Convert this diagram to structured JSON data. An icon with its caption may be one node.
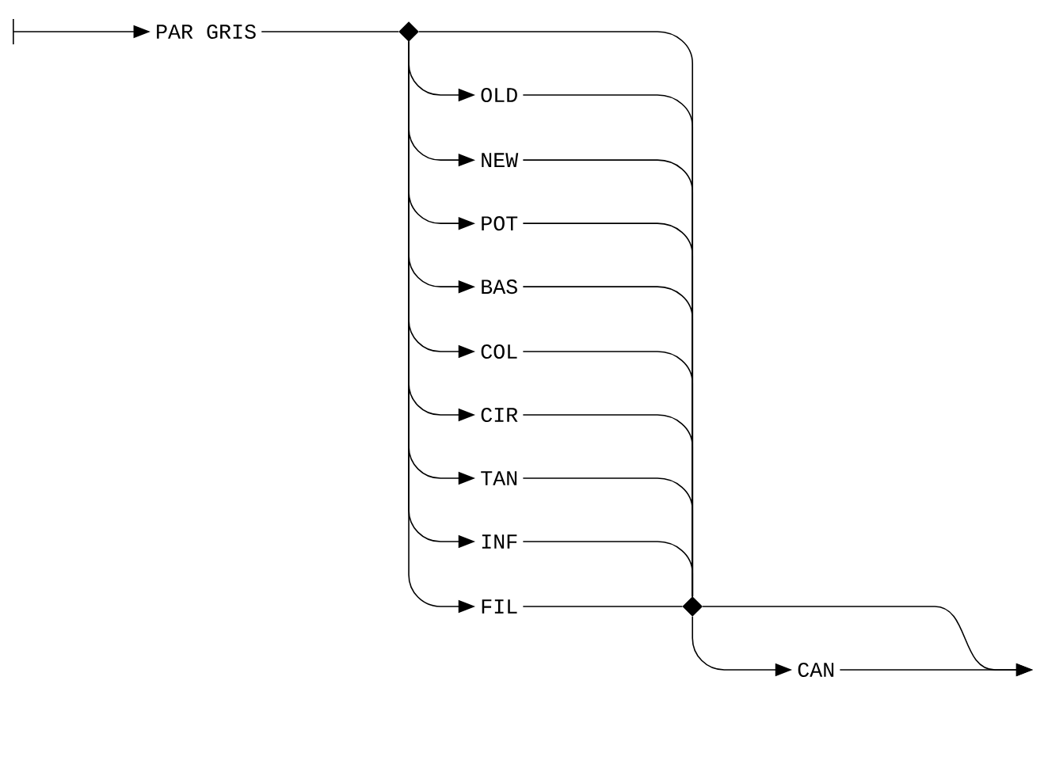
{
  "diagram": {
    "nodes": [
      {
        "text": [
          "PAR GRIS"
        ]
      },
      {
        "text": [],
        "shape": "diamond"
      },
      {
        "text": [
          "OLD"
        ]
      },
      {
        "text": [
          "NEW"
        ]
      },
      {
        "text": [
          "POT"
        ]
      },
      {
        "text": [
          "BAS"
        ]
      },
      {
        "text": [
          "COL"
        ]
      },
      {
        "text": [
          "CIR"
        ]
      },
      {
        "text": [
          "TAN"
        ]
      },
      {
        "text": [
          "INF"
        ]
      },
      {
        "text": [
          "FIL"
        ]
      },
      {
        "text": [],
        "shape": "diamond"
      },
      {
        "text": [
          "CAN"
        ]
      }
    ],
    "edges": [
      {
        "from": null,
        "to": 0,
        "arrow": "to"
      },
      {
        "from": 0,
        "to": 1,
        "arrow": "none"
      },
      {
        "from": 1,
        "to": 11,
        "arrow": "none"
      },
      {
        "from": 1,
        "to": 2,
        "arrow": "to"
      },
      {
        "from": 1,
        "to": 3,
        "arrow": "to"
      },
      {
        "from": 1,
        "to": 4,
        "arrow": "to"
      },
      {
        "from": 1,
        "to": 5,
        "arrow": "to"
      },
      {
        "from": 1,
        "to": 6,
        "arrow": "to"
      },
      {
        "from": 1,
        "to": 7,
        "arrow": "to"
      },
      {
        "from": 1,
        "to": 8,
        "arrow": "to"
      },
      {
        "from": 1,
        "to": 9,
        "arrow": "to"
      },
      {
        "from": 1,
        "to": 10,
        "arrow": "to"
      },
      {
        "from": 2,
        "to": 11,
        "arrow": "none"
      },
      {
        "from": 3,
        "to": 11,
        "arrow": "none"
      },
      {
        "from": 4,
        "to": 11,
        "arrow": "none"
      },
      {
        "from": 5,
        "to": 11,
        "arrow": "none"
      },
      {
        "from": 6,
        "to": 11,
        "arrow": "none"
      },
      {
        "from": 7,
        "to": 11,
        "arrow": "none"
      },
      {
        "from": 8,
        "to": 11,
        "arrow": "none"
      },
      {
        "from": 9,
        "to": 11,
        "arrow": "none"
      },
      {
        "from": 10,
        "to": 11,
        "arrow": "none"
      },
      {
        "from": 11,
        "to": 12,
        "arrow": "to"
      },
      {
        "from": 12,
        "to": null,
        "arrow": "to"
      },
      {
        "from": 11,
        "to": null,
        "arrow": "to"
      }
    ]
  }
}
